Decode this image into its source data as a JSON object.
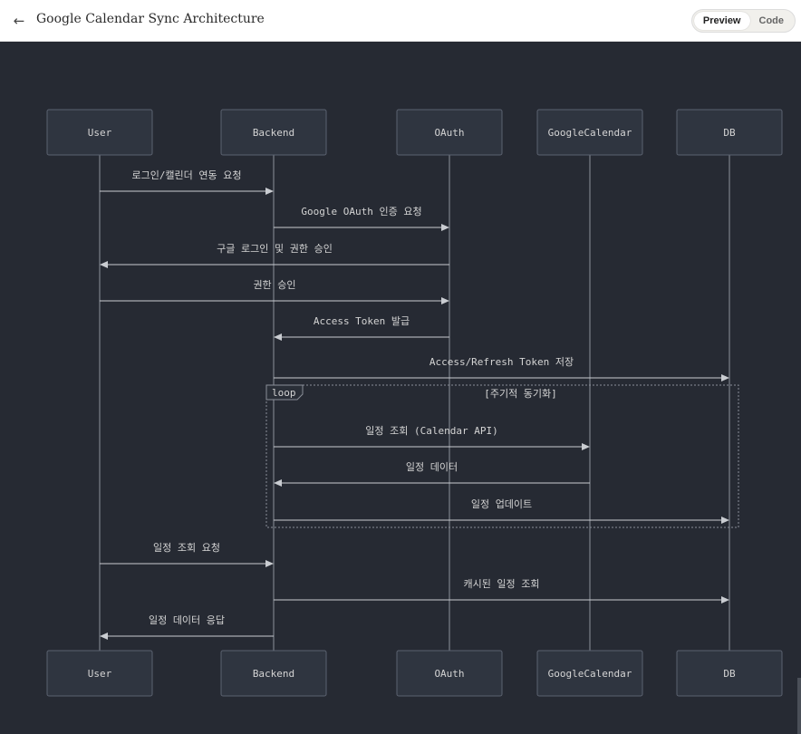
{
  "header": {
    "back_icon": "arrow-left-icon",
    "title": "Google Calendar Sync Architecture",
    "view_options": [
      "Preview",
      "Code"
    ],
    "active_view": "Preview"
  },
  "diagram": {
    "type": "sequence",
    "participants": [
      "User",
      "Backend",
      "OAuth",
      "GoogleCalendar",
      "DB"
    ],
    "messages": [
      {
        "from": 0,
        "to": 1,
        "label": "로그인/캘린더 연동 요청"
      },
      {
        "from": 1,
        "to": 2,
        "label": "Google OAuth 인증 요청"
      },
      {
        "from": 2,
        "to": 0,
        "label": "구글 로그인 및 권한 승인"
      },
      {
        "from": 0,
        "to": 2,
        "label": "권한 승인"
      },
      {
        "from": 2,
        "to": 1,
        "label": "Access Token 발급"
      },
      {
        "from": 1,
        "to": 4,
        "label": "Access/Refresh Token 저장"
      },
      {
        "from": 1,
        "to": 3,
        "label": "일정 조회 (Calendar API)"
      },
      {
        "from": 3,
        "to": 1,
        "label": "일정 데이터"
      },
      {
        "from": 1,
        "to": 4,
        "label": "일정 업데이트"
      },
      {
        "from": 0,
        "to": 1,
        "label": "일정 조회 요청"
      },
      {
        "from": 1,
        "to": 4,
        "label": "캐시된 일정 조회"
      },
      {
        "from": 1,
        "to": 0,
        "label": "일정 데이터 응답"
      }
    ],
    "loop": {
      "keyword": "loop",
      "condition": "[주기적 동기화]",
      "first_message": 6,
      "last_message": 8
    }
  },
  "colors": {
    "background": "#262a33",
    "box_fill": "#2f3540",
    "box_stroke": "#5b6270",
    "text": "#d4d4d4",
    "line": "#c9ccd1"
  }
}
